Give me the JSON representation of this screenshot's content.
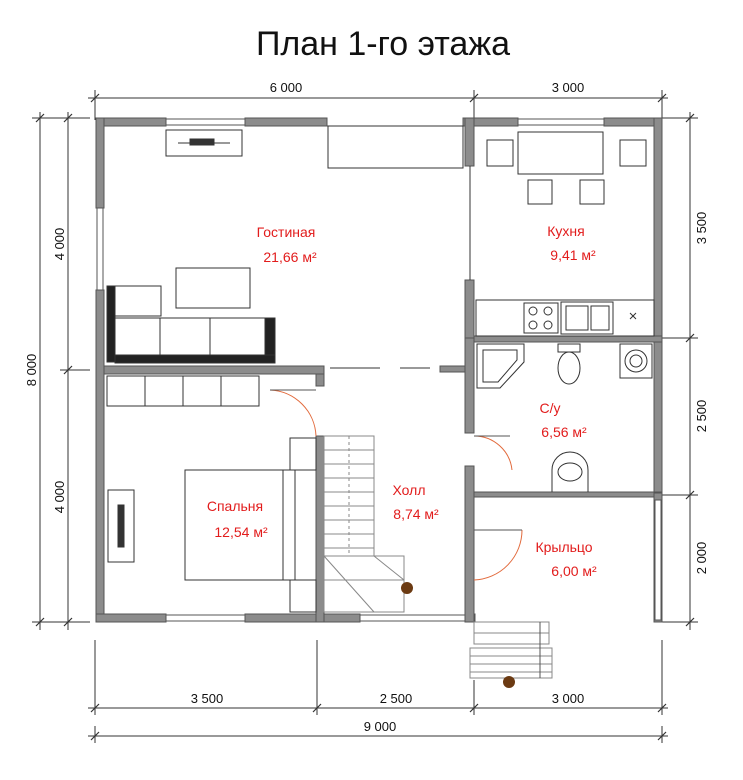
{
  "title": "План 1-го этажа",
  "dimensions": {
    "top_left": "6 000",
    "top_right": "3 000",
    "bottom_left": "3 500",
    "bottom_mid": "2 500",
    "bottom_right": "3 000",
    "bottom_total": "9 000",
    "left_total": "8 000",
    "left_upper": "4 000",
    "left_lower": "4 000",
    "right_kitchen": "3 500",
    "right_bath": "2 500",
    "right_porch": "2 000"
  },
  "rooms": {
    "living": {
      "name": "Гостиная",
      "area": "21,66 м²"
    },
    "kitchen": {
      "name": "Кухня",
      "area": "9,41 м²"
    },
    "bath": {
      "name": "С/у",
      "area": "6,56 м²"
    },
    "hall": {
      "name": "Холл",
      "area": "8,74 м²"
    },
    "bedroom": {
      "name": "Спальня",
      "area": "12,54 м²"
    },
    "porch": {
      "name": "Крыльцо",
      "area": "6,00 м²"
    }
  },
  "colors": {
    "wall": "#888888",
    "room_text": "#e21c1c",
    "post": "#6b3a12"
  }
}
